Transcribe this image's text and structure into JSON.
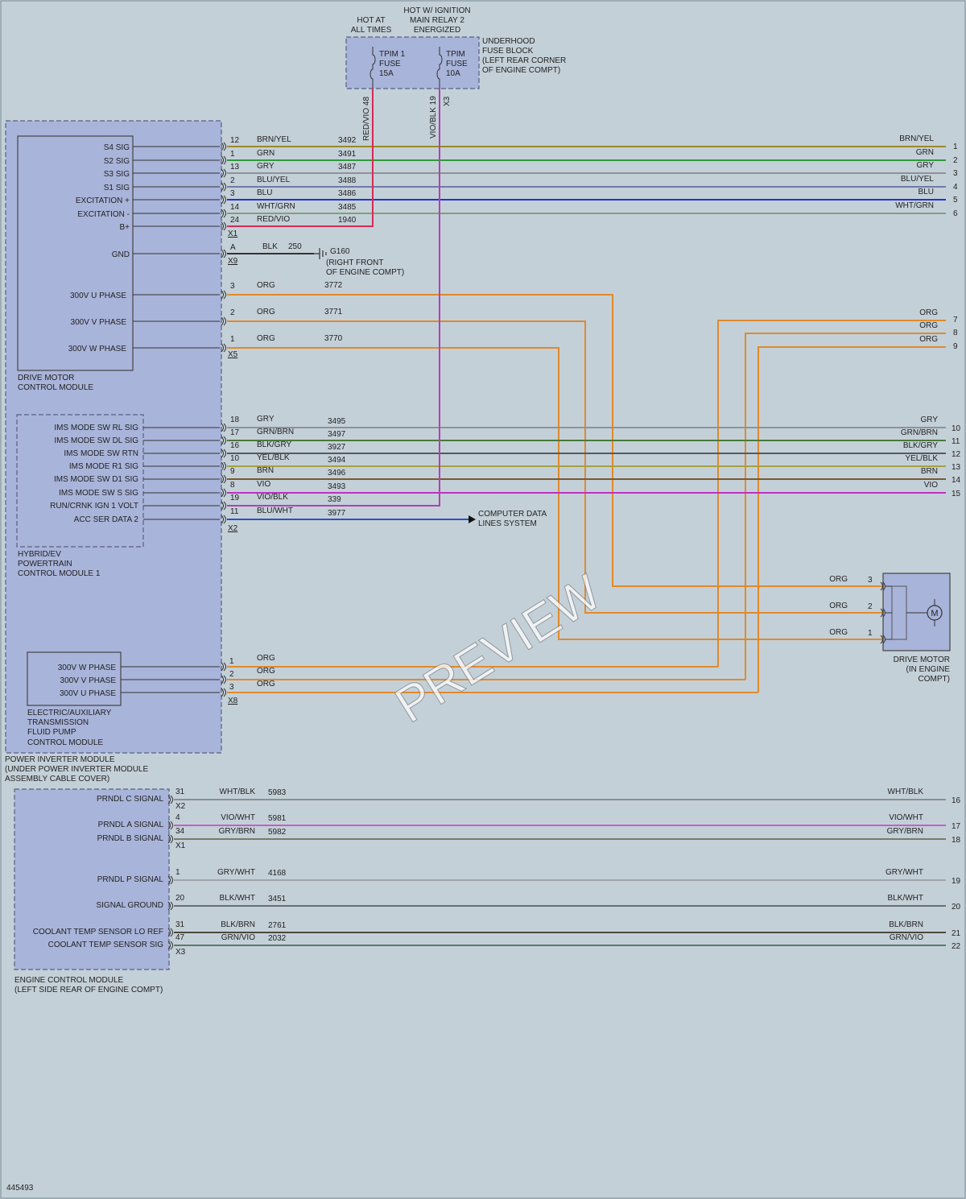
{
  "fuse_block": {
    "hot_at_all_times": [
      "HOT AT",
      "ALL TIMES"
    ],
    "hot_ignition": [
      "HOT W/ IGNITION",
      "MAIN RELAY 2",
      "ENERGIZED"
    ],
    "name": [
      "UNDERHOOD",
      "FUSE BLOCK",
      "(LEFT REAR CORNER",
      "OF ENGINE COMPT)"
    ],
    "fuse1": [
      "TPIM 1",
      "FUSE",
      "15A"
    ],
    "fuse2": [
      "TPIM",
      "FUSE",
      "10A"
    ],
    "wire1_vertical": "RED/VIO 48",
    "wire2_vertical": "VIO/BLK 19",
    "wire2_conn": "X3"
  },
  "inverter_module": {
    "name": [
      "POWER INVERTER MODULE",
      "(UNDER POWER INVERTER MODULE",
      "ASSEMBLY CABLE COVER)"
    ]
  },
  "drive_motor_module": {
    "name": [
      "DRIVE MOTOR",
      "CONTROL MODULE"
    ],
    "connector_x1": "X1",
    "connector_x9": "X9",
    "connector_x5": "X5",
    "pins": [
      {
        "label": "S4 SIG",
        "pin": "12",
        "color": "BRN/YEL",
        "circuit": "3492",
        "right_label": "BRN/YEL",
        "ref": "1"
      },
      {
        "label": "S2 SIG",
        "pin": "1",
        "color": "GRN",
        "circuit": "3491",
        "right_label": "GRN",
        "ref": "2"
      },
      {
        "label": "S3 SIG",
        "pin": "13",
        "color": "GRY",
        "circuit": "3487",
        "right_label": "GRY",
        "ref": "3"
      },
      {
        "label": "S1 SIG",
        "pin": "2",
        "color": "BLU/YEL",
        "circuit": "3488",
        "right_label": "BLU/YEL",
        "ref": "4"
      },
      {
        "label": "EXCITATION +",
        "pin": "3",
        "color": "BLU",
        "circuit": "3486",
        "right_label": "BLU",
        "ref": "5"
      },
      {
        "label": "EXCITATION -",
        "pin": "14",
        "color": "WHT/GRN",
        "circuit": "3485",
        "right_label": "WHT/GRN",
        "ref": "6"
      },
      {
        "label": "B+",
        "pin": "24",
        "color": "RED/VIO",
        "circuit": "1940",
        "right_label": "",
        "ref": ""
      }
    ],
    "gnd": {
      "label": "GND",
      "pin": "A",
      "color": "BLK",
      "circuit": "250",
      "ground": "G160",
      "ground_loc": [
        "(RIGHT FRONT",
        "OF ENGINE COMPT)"
      ]
    },
    "phases": [
      {
        "label": "300V U PHASE",
        "pin": "3",
        "color": "ORG",
        "circuit": "3772"
      },
      {
        "label": "300V V PHASE",
        "pin": "2",
        "color": "ORG",
        "circuit": "3771"
      },
      {
        "label": "300V W PHASE",
        "pin": "1",
        "color": "ORG",
        "circuit": "3770"
      }
    ]
  },
  "right_org_refs": [
    {
      "label": "ORG",
      "ref": "7"
    },
    {
      "label": "ORG",
      "ref": "8"
    },
    {
      "label": "ORG",
      "ref": "9"
    }
  ],
  "hpcm": {
    "name": [
      "HYBRID/EV",
      "POWERTRAIN",
      "CONTROL MODULE 1"
    ],
    "connector": "X2",
    "pins": [
      {
        "label": "IMS MODE SW RL SIG",
        "pin": "18",
        "color": "GRY",
        "circuit": "3495",
        "right_label": "GRY",
        "ref": "10"
      },
      {
        "label": "IMS MODE SW DL SIG",
        "pin": "17",
        "color": "GRN/BRN",
        "circuit": "3497",
        "right_label": "GRN/BRN",
        "ref": "11"
      },
      {
        "label": "IMS MODE SW RTN",
        "pin": "16",
        "color": "BLK/GRY",
        "circuit": "3927",
        "right_label": "BLK/GRY",
        "ref": "12"
      },
      {
        "label": "IMS MODE R1 SIG",
        "pin": "10",
        "color": "YEL/BLK",
        "circuit": "3494",
        "right_label": "YEL/BLK",
        "ref": "13"
      },
      {
        "label": "IMS MODE SW D1 SIG",
        "pin": "9",
        "color": "BRN",
        "circuit": "3496",
        "right_label": "BRN",
        "ref": "14"
      },
      {
        "label": "IMS MODE SW S SIG",
        "pin": "8",
        "color": "VIO",
        "circuit": "3493",
        "right_label": "VIO",
        "ref": "15"
      },
      {
        "label": "RUN/CRNK IGN 1 VOLT",
        "pin": "19",
        "color": "VIO/BLK",
        "circuit": "339",
        "right_label": "",
        "ref": ""
      },
      {
        "label": "ACC SER DATA 2",
        "pin": "11",
        "color": "BLU/WHT",
        "circuit": "3977",
        "right_label": "",
        "ref": ""
      }
    ],
    "data_lines": [
      "COMPUTER DATA",
      "LINES SYSTEM"
    ]
  },
  "pump_module": {
    "name": [
      "ELECTRIC/AUXILIARY",
      "TRANSMISSION",
      "FLUID PUMP",
      "CONTROL MODULE"
    ],
    "connector": "X8",
    "pins": [
      {
        "label": "300V W PHASE",
        "pin": "1",
        "color": "ORG"
      },
      {
        "label": "300V V PHASE",
        "pin": "2",
        "color": "ORG"
      },
      {
        "label": "300V U PHASE",
        "pin": "3",
        "color": "ORG"
      }
    ]
  },
  "drive_motor": {
    "name": [
      "DRIVE MOTOR",
      "(IN ENGINE",
      "COMPT)"
    ],
    "symbol": "M",
    "pins": [
      {
        "label": "ORG",
        "pin": "3"
      },
      {
        "label": "ORG",
        "pin": "2"
      },
      {
        "label": "ORG",
        "pin": "1"
      }
    ]
  },
  "ecm": {
    "name": [
      "ENGINE CONTROL MODULE",
      "(LEFT SIDE REAR OF ENGINE COMPT)"
    ],
    "pins": [
      {
        "label": "PRNDL C SIGNAL",
        "pin": "31",
        "color": "WHT/BLK",
        "circuit": "5983",
        "right_label": "WHT/BLK",
        "ref": "16",
        "conn": "X2"
      },
      {
        "label": "PRNDL A SIGNAL",
        "pin": "4",
        "color": "VIO/WHT",
        "circuit": "5981",
        "right_label": "VIO/WHT",
        "ref": "17",
        "conn": ""
      },
      {
        "label": "PRNDL B SIGNAL",
        "pin": "34",
        "color": "GRY/BRN",
        "circuit": "5982",
        "right_label": "GRY/BRN",
        "ref": "18",
        "conn": "X1"
      },
      {
        "label": "PRNDL P SIGNAL",
        "pin": "1",
        "color": "GRY/WHT",
        "circuit": "4168",
        "right_label": "GRY/WHT",
        "ref": "19",
        "conn": ""
      },
      {
        "label": "SIGNAL GROUND",
        "pin": "20",
        "color": "BLK/WHT",
        "circuit": "3451",
        "right_label": "BLK/WHT",
        "ref": "20",
        "conn": ""
      },
      {
        "label": "COOLANT TEMP SENSOR LO REF",
        "pin": "31",
        "color": "BLK/BRN",
        "circuit": "2761",
        "right_label": "BLK/BRN",
        "ref": "21",
        "conn": ""
      },
      {
        "label": "COOLANT TEMP SENSOR SIG",
        "pin": "47",
        "color": "GRN/VIO",
        "circuit": "2032",
        "right_label": "GRN/VIO",
        "ref": "22",
        "conn": "X3"
      }
    ]
  },
  "watermark": "PREVIEW",
  "diagram_id": "445493",
  "colors": {
    "BRN/YEL": "#9a8a2a",
    "GRN": "#2e9a3a",
    "GRY": "#8d9298",
    "BLU/YEL": "#6f7aa8",
    "BLU": "#2233cc",
    "WHT/GRN": "#7fa07f",
    "RED/VIO": "#d62a55",
    "BLK": "#333333",
    "ORG": "#e08a2c",
    "GRN/BRN": "#4a7a3a",
    "BLK/GRY": "#555a60",
    "YEL/BLK": "#a8a040",
    "BRN": "#7a5a30",
    "VIO": "#c030c0",
    "VIO/BLK": "#b040b8",
    "BLU/WHT": "#3050c0",
    "WHT/BLK": "#8a8e94",
    "VIO/WHT": "#c060c8",
    "GRY/BRN": "#7a7a6a",
    "GRY/WHT": "#a0a4aa",
    "BLK/WHT": "#6a6e74",
    "BLK/BRN": "#4a4a3a",
    "GRN/VIO": "#5a7a6a"
  }
}
